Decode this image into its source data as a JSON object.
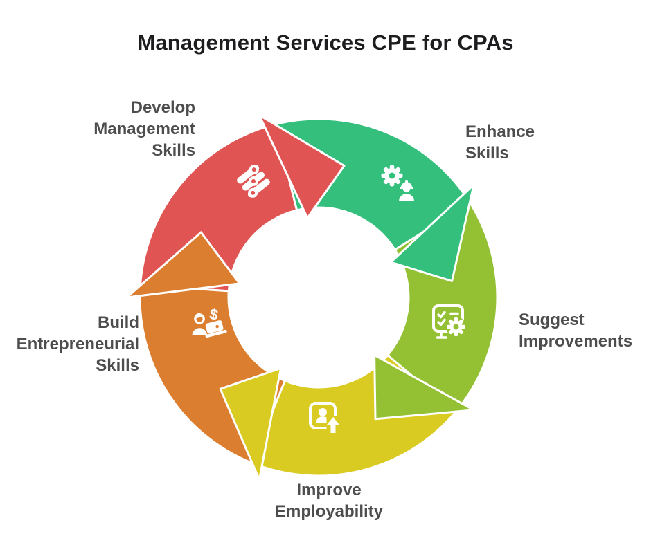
{
  "title": "Management Services CPE for CPAs",
  "colors": {
    "background": "#ffffff",
    "title": "#1d1d1f",
    "label": "#4d4d4d",
    "segment_stroke": "#ffffff"
  },
  "wheel": {
    "segments": [
      {
        "id": "develop-management-skills",
        "label": "Develop\nManagement\nSkills",
        "color": "#e05553",
        "icon": "sliders-icon"
      },
      {
        "id": "enhance-skills",
        "label": "Enhance\nSkills",
        "color": "#34bf7d",
        "icon": "gear-worker-icon"
      },
      {
        "id": "suggest-improvements",
        "label": "Suggest\nImprovements",
        "color": "#94c033",
        "icon": "checklist-gear-icon"
      },
      {
        "id": "improve-employability",
        "label": "Improve\nEmployability",
        "color": "#d9cb21",
        "icon": "profile-up-arrow-icon"
      },
      {
        "id": "build-entrepreneurial-skills",
        "label": "Build\nEntrepreneurial\nSkills",
        "color": "#db7e30",
        "icon": "entrepreneur-laptop-icon"
      }
    ]
  }
}
